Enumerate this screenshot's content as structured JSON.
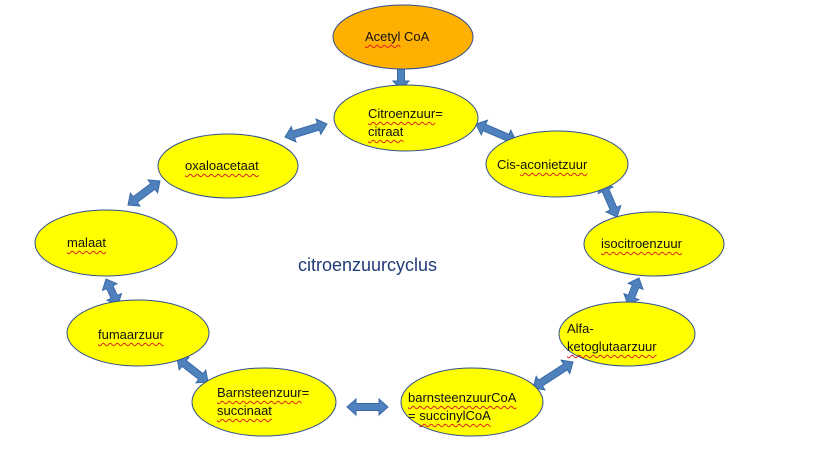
{
  "title": "citroenzuurcyclus",
  "colors": {
    "node_fill": "#ffff00",
    "start_fill": "#ffb000",
    "node_stroke": "#2f4f8f",
    "arrow": "#4f81bd",
    "title": "#1f3a78"
  },
  "nodes": [
    {
      "id": "acetyl-coa",
      "lines": [
        "Acetyl CoA"
      ]
    },
    {
      "id": "citroenzuur",
      "lines": [
        "Citroenzuur=",
        "citraat"
      ]
    },
    {
      "id": "cis-aconietzuur",
      "lines": [
        "Cis-aconietzuur"
      ]
    },
    {
      "id": "isocitroenzuur",
      "lines": [
        "isocitroenzuur"
      ]
    },
    {
      "id": "alfa-ketoglutaarzuur",
      "lines": [
        "Alfa-",
        "ketoglutaarzuur"
      ]
    },
    {
      "id": "barnsteenzuurcoa",
      "lines": [
        "barnsteenzuurCoA",
        "= succinylCoA"
      ]
    },
    {
      "id": "barnsteenzuur",
      "lines": [
        "Barnsteenzuur=",
        "succinaat"
      ]
    },
    {
      "id": "fumaarzuur",
      "lines": [
        "fumaarzuur"
      ]
    },
    {
      "id": "malaat",
      "lines": [
        "malaat"
      ]
    },
    {
      "id": "oxaloacetaat",
      "lines": [
        "oxaloacetaat"
      ]
    }
  ],
  "arrows": [
    {
      "from": "acetyl-coa",
      "to": "citroenzuur",
      "type": "single"
    },
    {
      "from": "citroenzuur",
      "to": "cis-aconietzuur",
      "type": "double"
    },
    {
      "from": "cis-aconietzuur",
      "to": "isocitroenzuur",
      "type": "double"
    },
    {
      "from": "isocitroenzuur",
      "to": "alfa-ketoglutaarzuur",
      "type": "double"
    },
    {
      "from": "alfa-ketoglutaarzuur",
      "to": "barnsteenzuurcoa",
      "type": "double"
    },
    {
      "from": "barnsteenzuurcoa",
      "to": "barnsteenzuur",
      "type": "double"
    },
    {
      "from": "barnsteenzuur",
      "to": "fumaarzuur",
      "type": "double"
    },
    {
      "from": "fumaarzuur",
      "to": "malaat",
      "type": "double"
    },
    {
      "from": "malaat",
      "to": "oxaloacetaat",
      "type": "double"
    },
    {
      "from": "oxaloacetaat",
      "to": "citroenzuur",
      "type": "double"
    }
  ]
}
